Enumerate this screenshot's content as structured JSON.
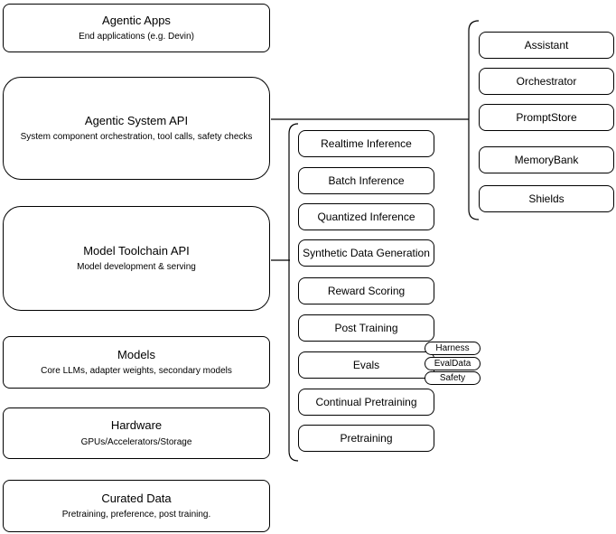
{
  "left_stack": [
    {
      "title": "Agentic Apps",
      "subtitle": "End applications (e.g. Devin)"
    },
    {
      "title": "Agentic System API",
      "subtitle": "System component orchestration, tool calls, safety checks"
    },
    {
      "title": "Model Toolchain API",
      "subtitle": "Model development & serving"
    },
    {
      "title": "Models",
      "subtitle": "Core LLMs, adapter weights, secondary models"
    },
    {
      "title": "Hardware",
      "subtitle": "GPUs/Accelerators/Storage"
    },
    {
      "title": "Curated Data",
      "subtitle": "Pretraining, preference, post training."
    }
  ],
  "toolchain_components": [
    "Realtime Inference",
    "Batch Inference",
    "Quantized Inference",
    "Synthetic Data Generation",
    "Reward Scoring",
    "Post Training",
    "Evals",
    "Continual Pretraining",
    "Pretraining"
  ],
  "eval_pills": [
    "Harness",
    "EvalData",
    "Safety"
  ],
  "agentic_components": [
    "Assistant",
    "Orchestrator",
    "PromptStore",
    "MemoryBank",
    "Shields"
  ],
  "colors": {
    "border": "#000000",
    "background": "#ffffff",
    "text": "#000000"
  }
}
